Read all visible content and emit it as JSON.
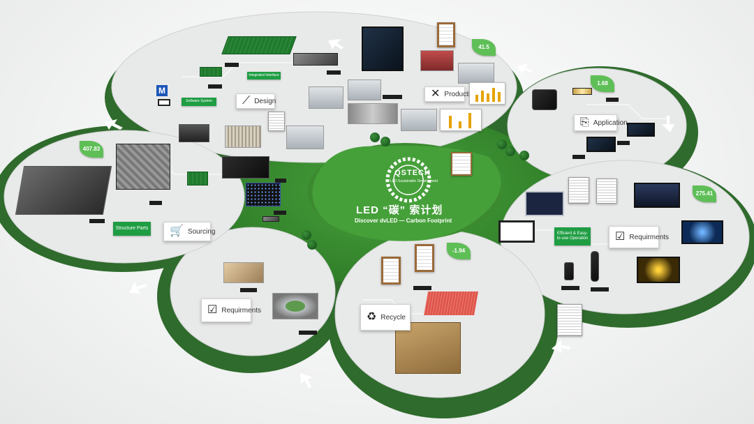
{
  "center": {
    "logo_text": "QSTECH",
    "logo_sub": "LED Sustainable Development",
    "title": "LED “碳” 索计划",
    "subtitle": "Discover dvLED — Carbon Footprint"
  },
  "stages": {
    "design": "Design",
    "production": "Production",
    "application": "Application",
    "requirements_right": "Requirments",
    "recycle": "Recycle",
    "requirements_left": "Requirments",
    "sourcing": "Sourcing",
    "structure_parts": "Structure Parts"
  },
  "tags": {
    "software_system": "Software System",
    "integrated_interface": "Integrated Interface",
    "efficient_operation": "Efficient & Easy-to-use Operation"
  },
  "leaves": {
    "top": "41.5",
    "right_top": "1.68",
    "right": "275.41",
    "left": "407.83",
    "bottom": "-1.94"
  },
  "colors": {
    "brand_green": "#1f9d43",
    "dark_green": "#2f6b2c",
    "grass": "#3f8f34",
    "leaf": "#5fbf57"
  }
}
